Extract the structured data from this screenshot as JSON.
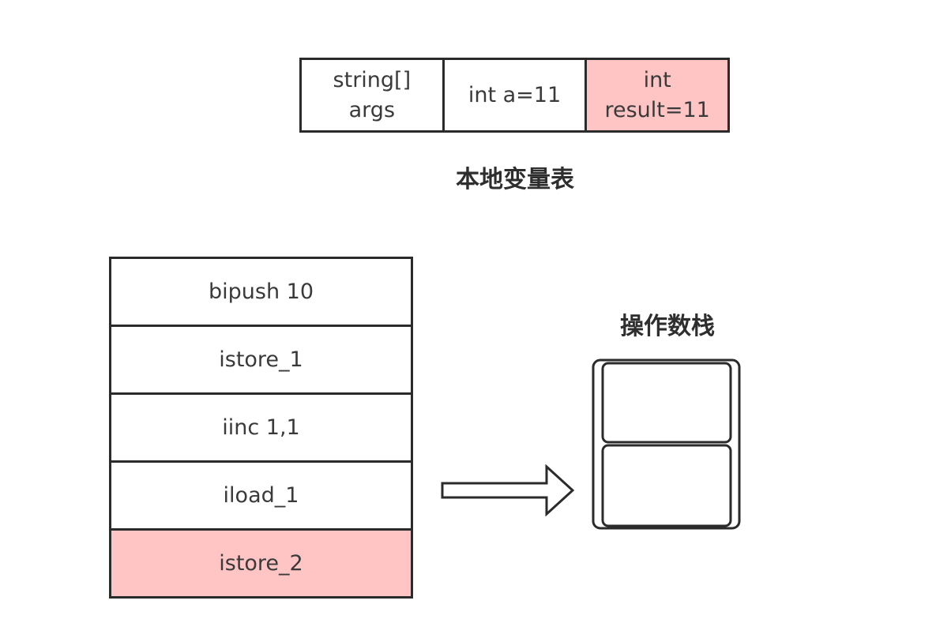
{
  "local_variable_table": {
    "title": "本地变量表",
    "slots": [
      {
        "label": "string[]\nargs",
        "highlighted": false
      },
      {
        "label": "int a=11",
        "highlighted": false
      },
      {
        "label": "int\nresult=11",
        "highlighted": true
      }
    ]
  },
  "instructions": [
    {
      "label": "bipush 10",
      "highlighted": false
    },
    {
      "label": "istore_1",
      "highlighted": false
    },
    {
      "label": "iinc 1,1",
      "highlighted": false
    },
    {
      "label": "iload_1",
      "highlighted": false
    },
    {
      "label": "istore_2",
      "highlighted": true
    }
  ],
  "operand_stack": {
    "title": "操作数栈",
    "slot_count": 2
  },
  "colors": {
    "highlight": "#ffc4c4",
    "border": "#2b2b2b"
  }
}
